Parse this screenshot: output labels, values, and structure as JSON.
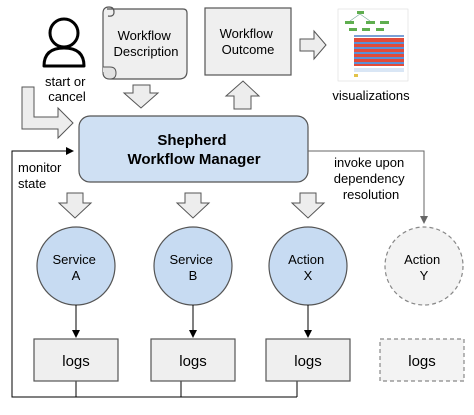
{
  "actor": {
    "label_line1": "start or",
    "label_line2": "cancel",
    "icon": "user-icon"
  },
  "workflow_description": {
    "line1": "Workflow",
    "line2": "Description"
  },
  "workflow_outcome": {
    "line1": "Workflow",
    "line2": "Outcome"
  },
  "visualizations_label": "visualizations",
  "manager": {
    "line1": "Shepherd",
    "line2": "Workflow Manager"
  },
  "monitor_label": {
    "line1": "monitor",
    "line2": "state"
  },
  "invoke_label": {
    "line1": "invoke upon",
    "line2": "dependency",
    "line3": "resolution"
  },
  "nodes": [
    {
      "line1": "Service",
      "line2": "A"
    },
    {
      "line1": "Service",
      "line2": "B"
    },
    {
      "line1": "Action",
      "line2": "X"
    },
    {
      "line1": "Action",
      "line2": "Y"
    }
  ],
  "logs": [
    "logs",
    "logs",
    "logs",
    "logs"
  ],
  "colors": {
    "manager_fill": "#cfe0f3",
    "node_fill": "#c7dbf2",
    "box_fill": "#efefef",
    "arrow_fill": "#ededed",
    "stroke": "#555555",
    "dashed_stroke": "#888888",
    "line": "#000000"
  }
}
